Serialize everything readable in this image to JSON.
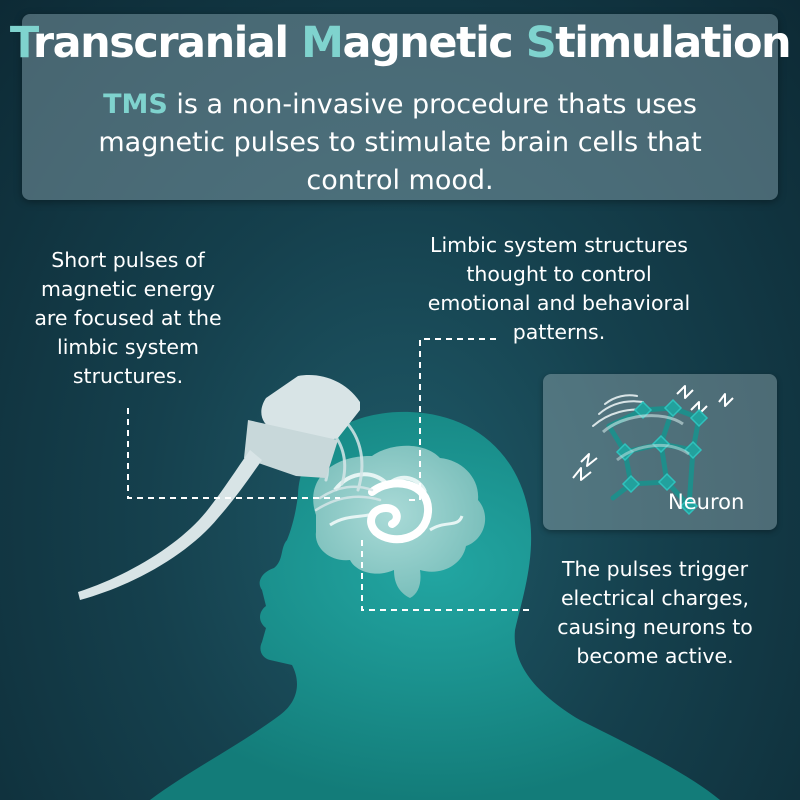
{
  "header": {
    "title_parts": [
      {
        "text": "T",
        "accent": true
      },
      {
        "text": "ranscranial ",
        "accent": false
      },
      {
        "text": "M",
        "accent": true
      },
      {
        "text": "agnetic ",
        "accent": false
      },
      {
        "text": "S",
        "accent": true
      },
      {
        "text": "timulation",
        "accent": false
      }
    ],
    "subtitle_highlight": "TMS",
    "subtitle_lines": [
      " is a non-invasive procedure thats uses",
      "magnetic pulses to stimulate brain cells that",
      "control mood."
    ]
  },
  "annotations": {
    "left_lines": [
      "Short pulses of",
      "magnetic energy",
      "are focused at the",
      "limbic system",
      "structures."
    ],
    "top_lines": [
      "Limbic system structures",
      "thought to control",
      "emotional and behavioral",
      "patterns."
    ],
    "right_lines": [
      "The pulses trigger",
      "electrical charges,",
      "causing neurons to",
      "become active."
    ]
  },
  "inset": {
    "label": "Neuron"
  },
  "colors": {
    "background": "#15404d",
    "accent": "#7fd3ce",
    "head": "#1a9491",
    "brain": "#a7d6d3",
    "neuron": "#1f8e8b",
    "coil": "#d8e4e6"
  },
  "icons": [
    "tms-coil-icon",
    "head-silhouette-icon",
    "brain-icon",
    "neuron-icon",
    "magnetic-wave-icon"
  ]
}
